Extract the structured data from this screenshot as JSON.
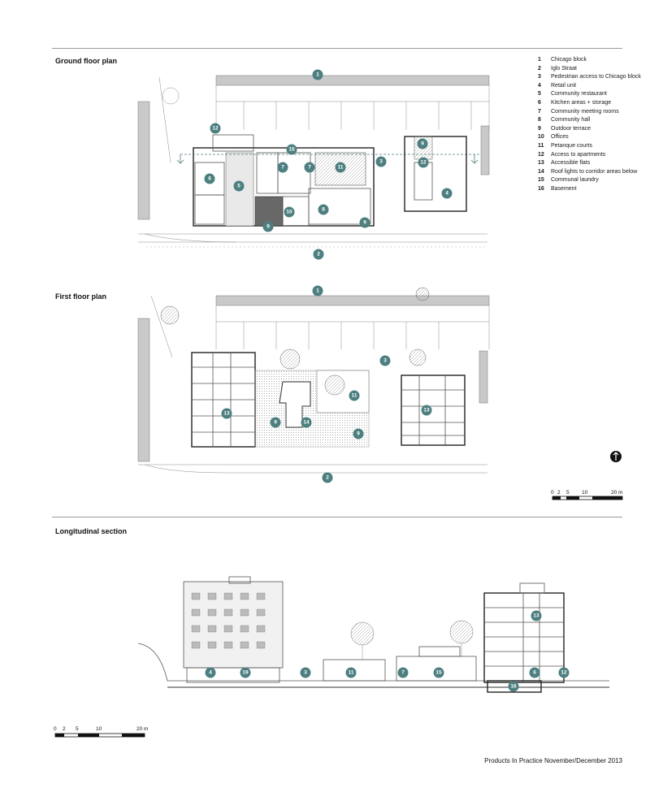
{
  "plans": {
    "ground_title": "Ground floor plan",
    "first_title": "First floor plan",
    "section_title": "Longitudinal section"
  },
  "legend": [
    {
      "num": "1",
      "label": "Chicago block"
    },
    {
      "num": "2",
      "label": "Iglo Straat"
    },
    {
      "num": "3",
      "label": "Pedestrian access to Chicago block"
    },
    {
      "num": "4",
      "label": "Retail unit"
    },
    {
      "num": "5",
      "label": "Community restaurant"
    },
    {
      "num": "6",
      "label": "Kitchen areas + storage"
    },
    {
      "num": "7",
      "label": "Community meeting rooms"
    },
    {
      "num": "8",
      "label": "Community hall"
    },
    {
      "num": "9",
      "label": "Outdoor terrace"
    },
    {
      "num": "10",
      "label": "Offices"
    },
    {
      "num": "11",
      "label": "Petanque courts"
    },
    {
      "num": "12",
      "label": "Access to apartments"
    },
    {
      "num": "13",
      "label": "Accessible flats"
    },
    {
      "num": "14",
      "label": "Roof lights to corridor areas below"
    },
    {
      "num": "15",
      "label": "Communal laundry"
    },
    {
      "num": "16",
      "label": "Basement"
    }
  ],
  "scale_bar": {
    "ticks": [
      "0",
      "2",
      "5",
      "10",
      "20 m"
    ]
  },
  "markers": {
    "ground": [
      "1",
      "12",
      "15",
      "9",
      "3",
      "7",
      "7",
      "11",
      "12",
      "6",
      "5",
      "4",
      "10",
      "8",
      "9",
      "9",
      "2"
    ],
    "first": [
      "1",
      "3",
      "11",
      "13",
      "9",
      "14",
      "9",
      "13",
      "2"
    ],
    "section": [
      "13",
      "4",
      "19",
      "3",
      "11",
      "7",
      "15",
      "6",
      "12",
      "16"
    ]
  },
  "north_icon": "north-arrow-icon",
  "accent_color": "#4d7f80",
  "footer": "Products In Practice November/December 2013"
}
